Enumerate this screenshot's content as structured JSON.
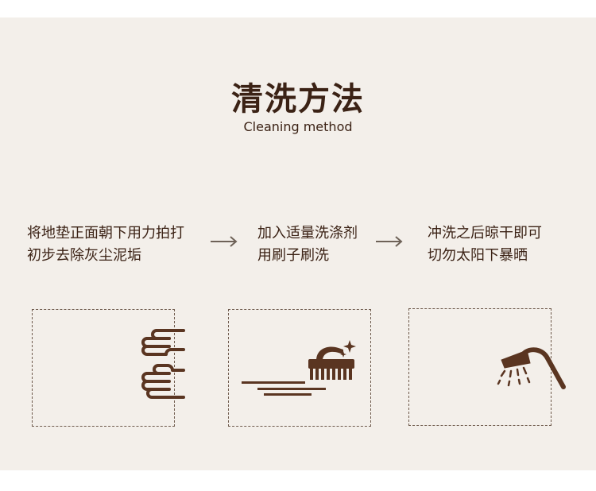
{
  "header": {
    "title": "清洗方法",
    "subtitle": "Cleaning method"
  },
  "steps": [
    {
      "line1": "将地垫正面朝下用力拍打",
      "line2": "初步去除灰尘泥垢",
      "icon": "hands-patting-icon"
    },
    {
      "line1": "加入适量洗涤剂",
      "line2": "用刷子刷洗",
      "icon": "scrub-brush-icon"
    },
    {
      "line1": "冲洗之后晾干即可",
      "line2": "切勿太阳下暴晒",
      "icon": "shower-head-icon"
    }
  ],
  "colors": {
    "panel_bg": "#f3efea",
    "text": "#3b2215",
    "icon": "#5a3521",
    "arrow": "#6e6258",
    "dashed_border": "#6e5a4c"
  }
}
